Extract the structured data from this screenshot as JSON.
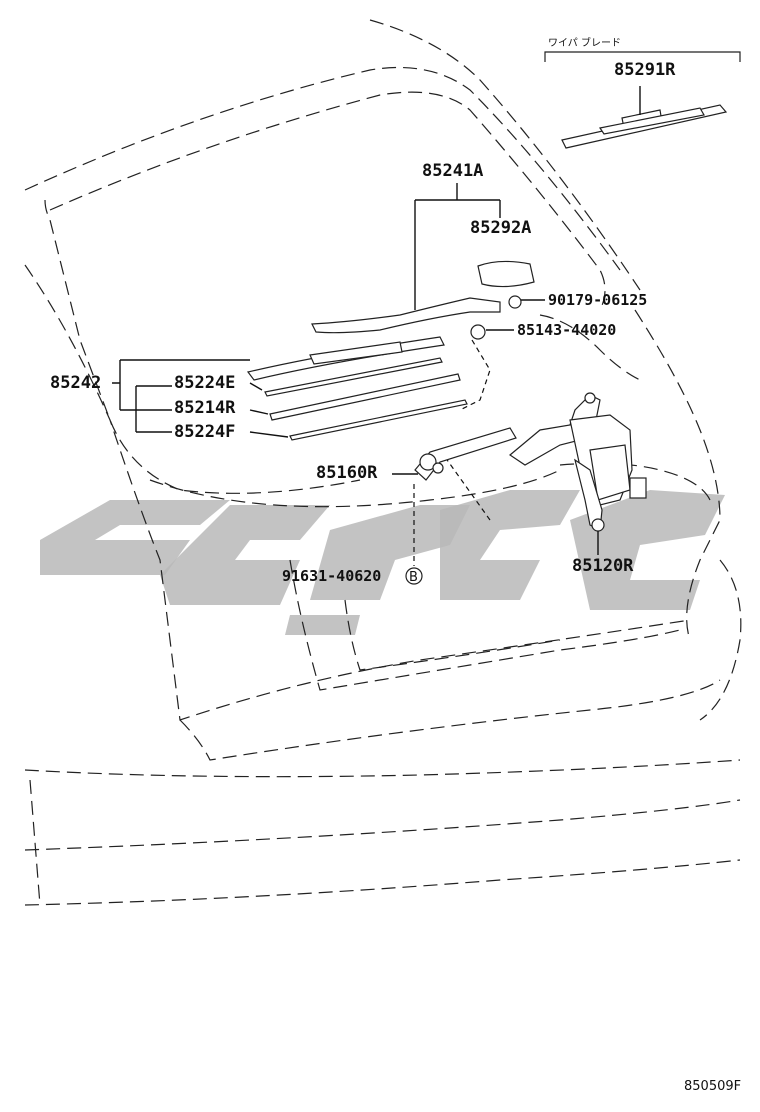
{
  "header": {
    "blade_caption": "ワイパ ブレード"
  },
  "parts": {
    "p85291R": "85291R",
    "p85241A": "85241A",
    "p85292A": "85292A",
    "p90179": "90179-06125",
    "p85143": "85143-44020",
    "p85242": "85242",
    "p85224E": "85224E",
    "p85214R": "85214R",
    "p85224F": "85224F",
    "p85160R": "85160R",
    "p91631": "91631-40620",
    "p85120R": "85120R"
  },
  "marker_b": "B",
  "figure_code": "850509F",
  "colors": {
    "line": "#222222",
    "watermark": "#b8b8b8"
  }
}
